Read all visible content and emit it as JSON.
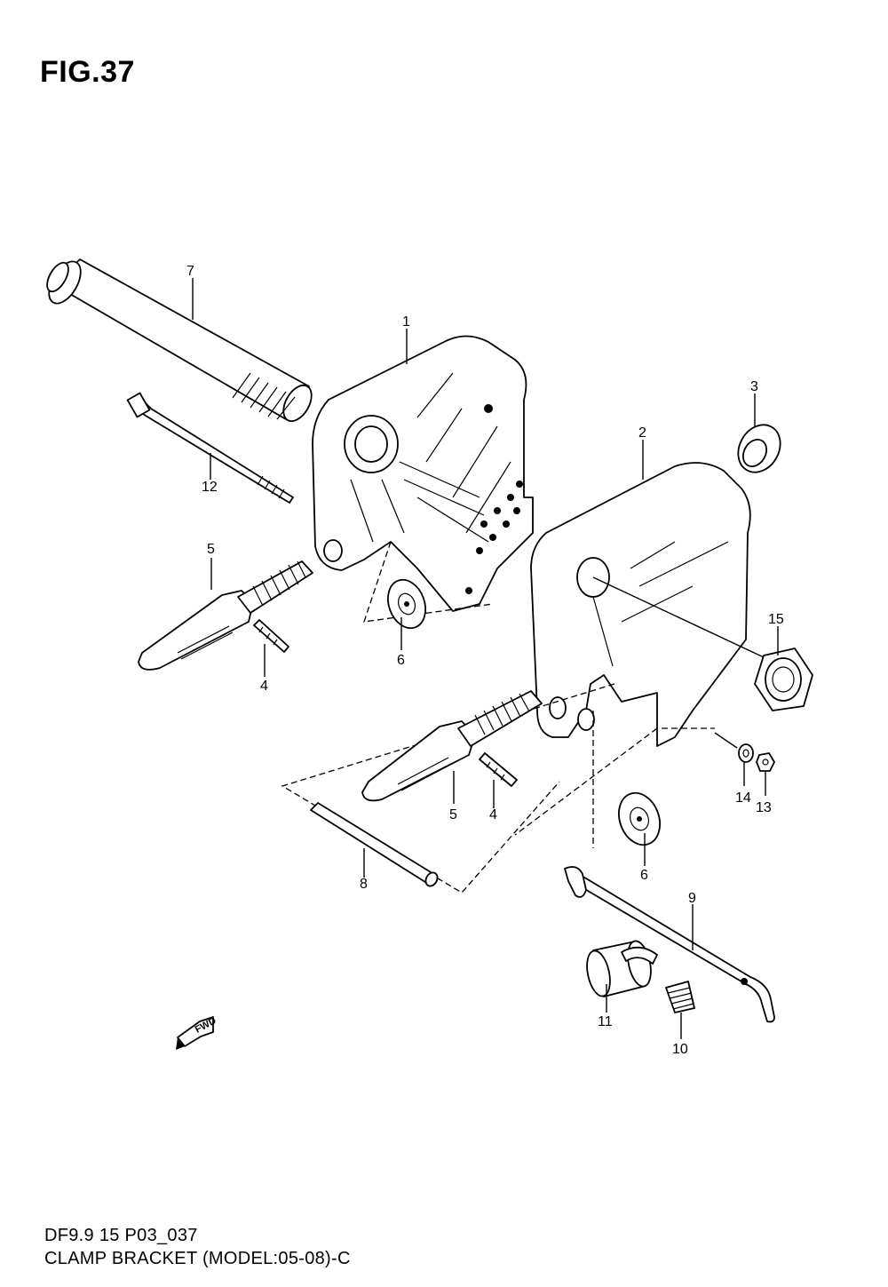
{
  "figure": {
    "title": "FIG.37",
    "code": "DF9.9 15 P03_037",
    "caption": "CLAMP BRACKET (MODEL:05-08)-C"
  },
  "callouts": [
    {
      "id": "1",
      "label": "1"
    },
    {
      "id": "2",
      "label": "2"
    },
    {
      "id": "3",
      "label": "3"
    },
    {
      "id": "4a",
      "label": "4"
    },
    {
      "id": "4b",
      "label": "4"
    },
    {
      "id": "5a",
      "label": "5"
    },
    {
      "id": "5b",
      "label": "5"
    },
    {
      "id": "6a",
      "label": "6"
    },
    {
      "id": "6b",
      "label": "6"
    },
    {
      "id": "7",
      "label": "7"
    },
    {
      "id": "8",
      "label": "8"
    },
    {
      "id": "9",
      "label": "9"
    },
    {
      "id": "10",
      "label": "10"
    },
    {
      "id": "11",
      "label": "11"
    },
    {
      "id": "12",
      "label": "12"
    },
    {
      "id": "13",
      "label": "13"
    },
    {
      "id": "14",
      "label": "14"
    },
    {
      "id": "15",
      "label": "15"
    }
  ],
  "fwd_marker": {
    "label": "FWD",
    "icon": "fwd-arrow-icon"
  }
}
